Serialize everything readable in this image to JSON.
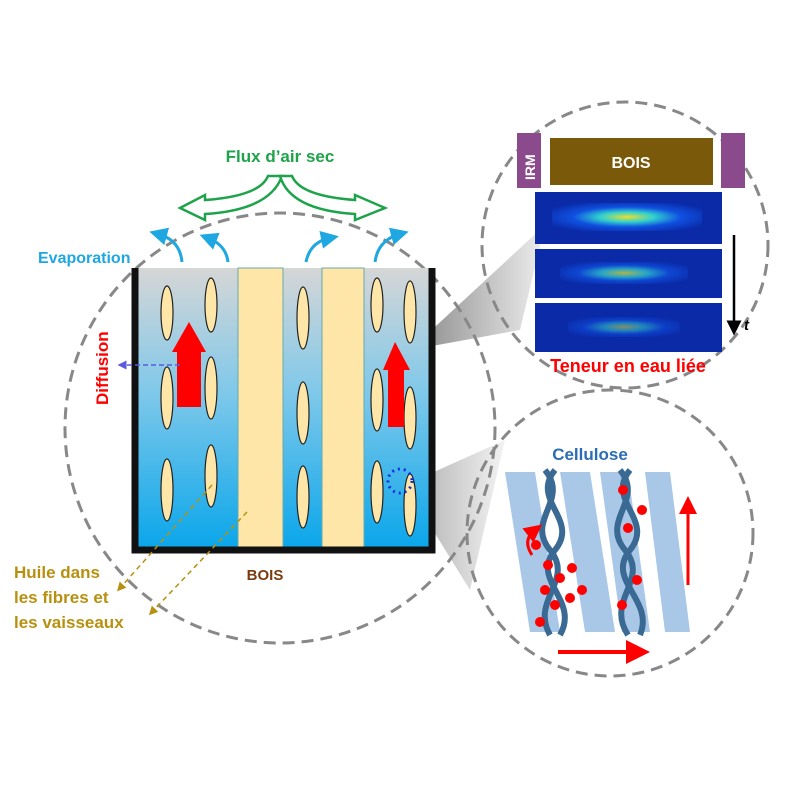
{
  "labels": {
    "airflow": "Flux d’air sec",
    "evaporation": "Evaporation",
    "diffusion": "Diffusion",
    "wood": "BOIS",
    "oil_line1": "Huile dans",
    "oil_line2": "les fibres et",
    "oil_line3": "les vaisseaux",
    "mri": "IRM",
    "mri_wood": "BOIS",
    "time": "t",
    "bound_water": "Teneur en eau liée",
    "cellulose": "Cellulose"
  },
  "colors": {
    "airflow": "#1fa34a",
    "evaporation": "#1ea7e1",
    "diffusion": "#ff0000",
    "wood_label": "#7a3b10",
    "oil": "#b8900f",
    "mri": "#8b4a8c",
    "mri_wood": "#7a5a0a",
    "cellulose": "#2a6db5"
  }
}
